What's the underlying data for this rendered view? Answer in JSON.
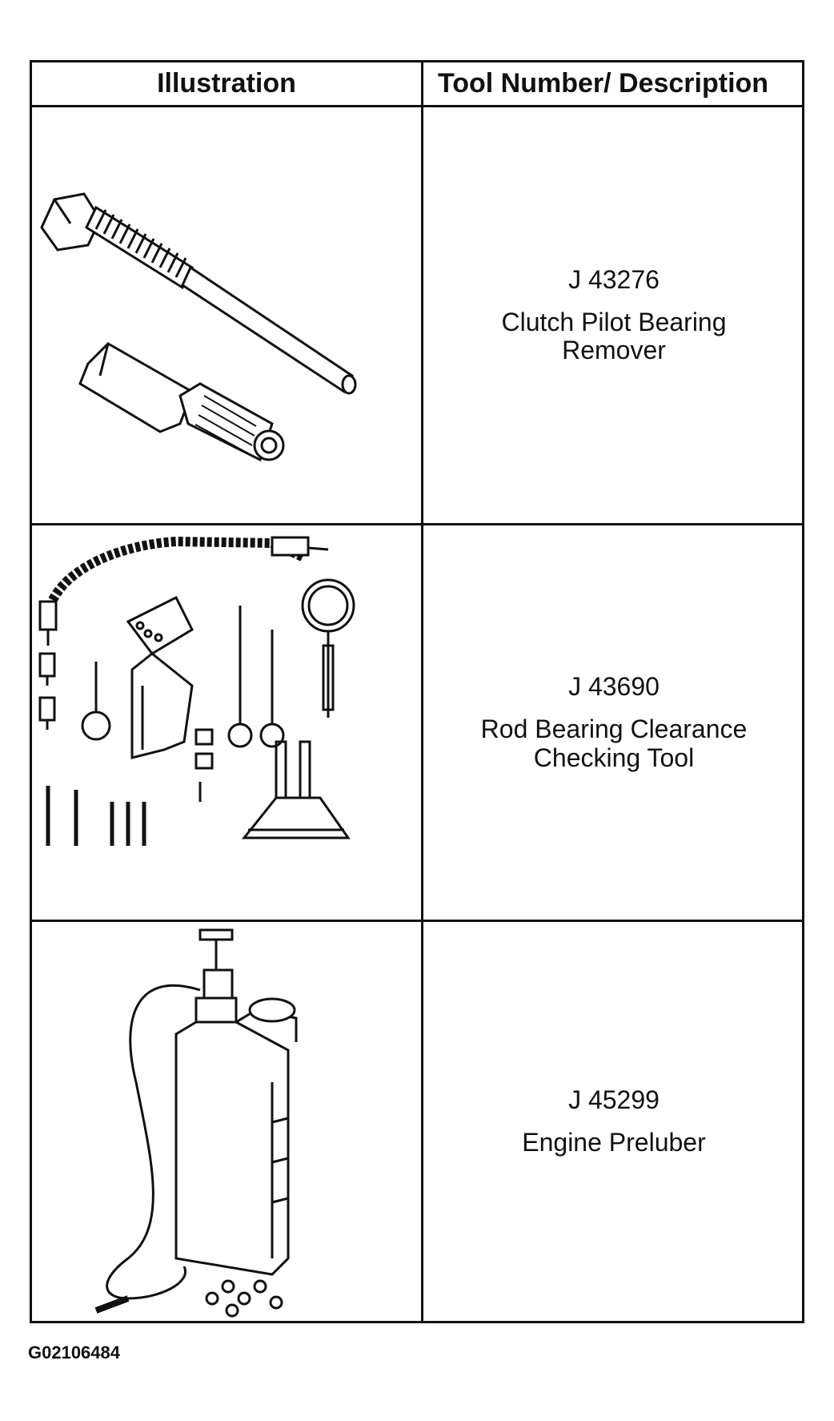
{
  "table": {
    "headers": {
      "illustration": "Illustration",
      "description": "Tool Number/ Description"
    },
    "rows": [
      {
        "tool_number": "J 43276",
        "line1": "Clutch Pilot Bearing",
        "line2": "Remover",
        "illustration_icon": "clutch-pilot-bearing-remover-icon"
      },
      {
        "tool_number": "J 43690",
        "line1": "Rod Bearing Clearance",
        "line2": "Checking Tool",
        "illustration_icon": "rod-bearing-clearance-tool-icon"
      },
      {
        "tool_number": "J 45299",
        "line1": "Engine Preluber",
        "line2": "",
        "illustration_icon": "engine-preluber-icon"
      }
    ]
  },
  "footer": {
    "code": "G02106484"
  }
}
